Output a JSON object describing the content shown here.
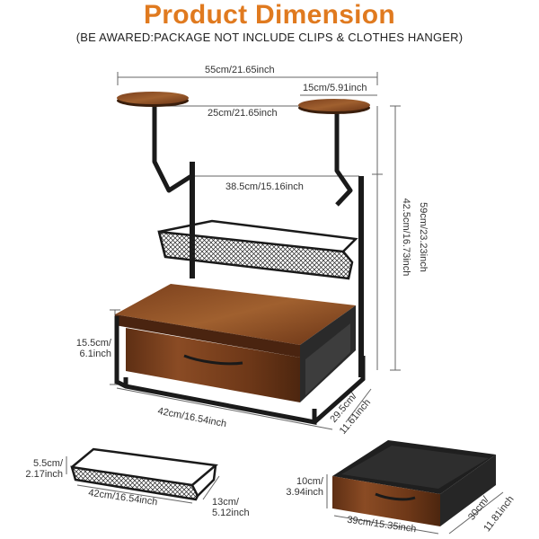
{
  "title": "Product Dimension",
  "subtitle": "(BE AWARED:PACKAGE NOT INCLUDE CLIPS & CLOTHES HANGER)",
  "colors": {
    "title": "#E07A1F",
    "wood": "#8B4A22",
    "metal": "#1a1a1a",
    "dim_line": "#555555"
  },
  "dimensions": {
    "total_width": "55cm/21.65inch",
    "tray_diameter": "15cm/5.91inch",
    "tray_spacing": "25cm/21.65inch",
    "rack_width": "38.5cm/15.16inch",
    "total_height": "59cm/23.23inch",
    "upper_height": "42.5cm/16.73inch",
    "base_height_cm": "15.5cm/",
    "base_height_in": "6.1inch",
    "base_width": "42cm/16.54inch",
    "base_depth_cm": "29.5cm/",
    "base_depth_in": "11.61inch"
  },
  "basket": {
    "height_cm": "5.5cm/",
    "height_in": "2.17inch",
    "width": "42cm/16.54inch",
    "depth_cm": "13cm/",
    "depth_in": "5.12inch"
  },
  "drawer": {
    "height_cm": "10cm/",
    "height_in": "3.94inch",
    "width": "39cm/15.35inch",
    "depth_cm": "30cm/",
    "depth_in": "11.81inch"
  }
}
